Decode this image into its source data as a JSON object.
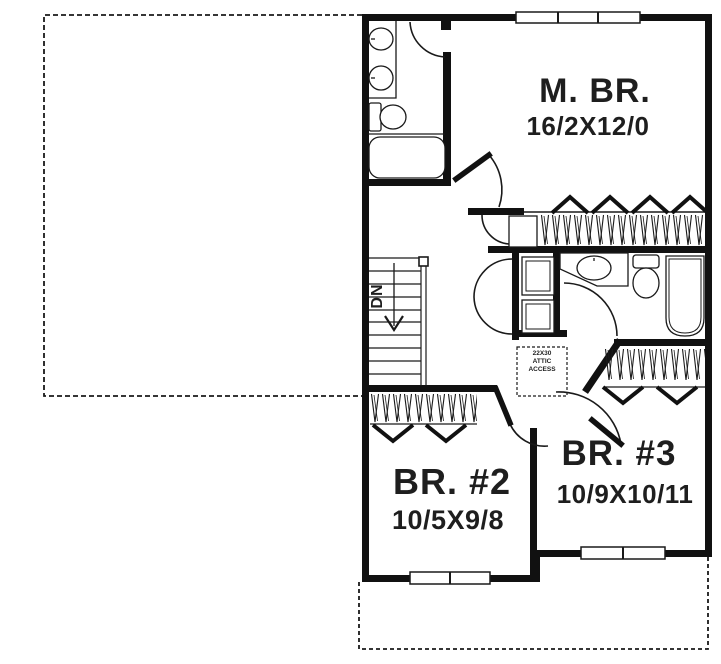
{
  "plan": {
    "type": "second-floor-plan",
    "rooms": {
      "master_bedroom": {
        "name": "M. BR.",
        "dimensions": "16/2X12/0"
      },
      "bedroom_2": {
        "name": "BR. #2",
        "dimensions": "10/5X9/8"
      },
      "bedroom_3": {
        "name": "BR. #3",
        "dimensions": "10/9X10/11"
      }
    },
    "stairs": {
      "direction_label": "DN"
    },
    "attic_access": {
      "size": "22X30",
      "word1": "ATTIC",
      "word2": "ACCESS"
    },
    "fixtures": {
      "master_bath": [
        "double-vanity-sinks",
        "toilet",
        "bathtub"
      ],
      "hall_bath": [
        "vanity-sink",
        "toilet",
        "bathtub"
      ],
      "storage": [
        "master-closet",
        "linen-shelves",
        "bedroom2-closet",
        "bedroom3-closet"
      ]
    },
    "windows_count": 3,
    "colors": {
      "line": "#1a1a1a",
      "text": "#1e1e1e",
      "background": "#ffffff"
    }
  }
}
